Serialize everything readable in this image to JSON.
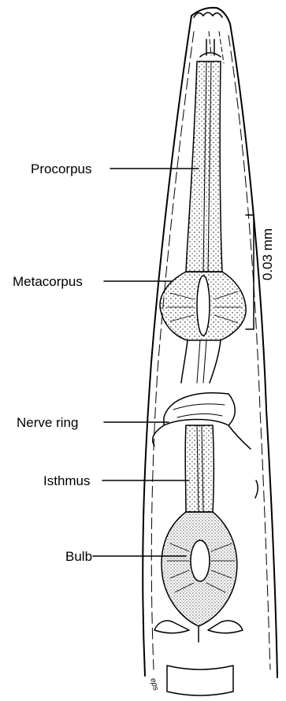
{
  "labels": {
    "procorpus": "Procorpus",
    "metacorpus": "Metacorpus",
    "nerve_ring": "Nerve ring",
    "isthmus": "Isthmus",
    "bulb": "Bulb"
  },
  "scale_bar": {
    "label": "0.03 mm"
  },
  "signature": "eps"
}
